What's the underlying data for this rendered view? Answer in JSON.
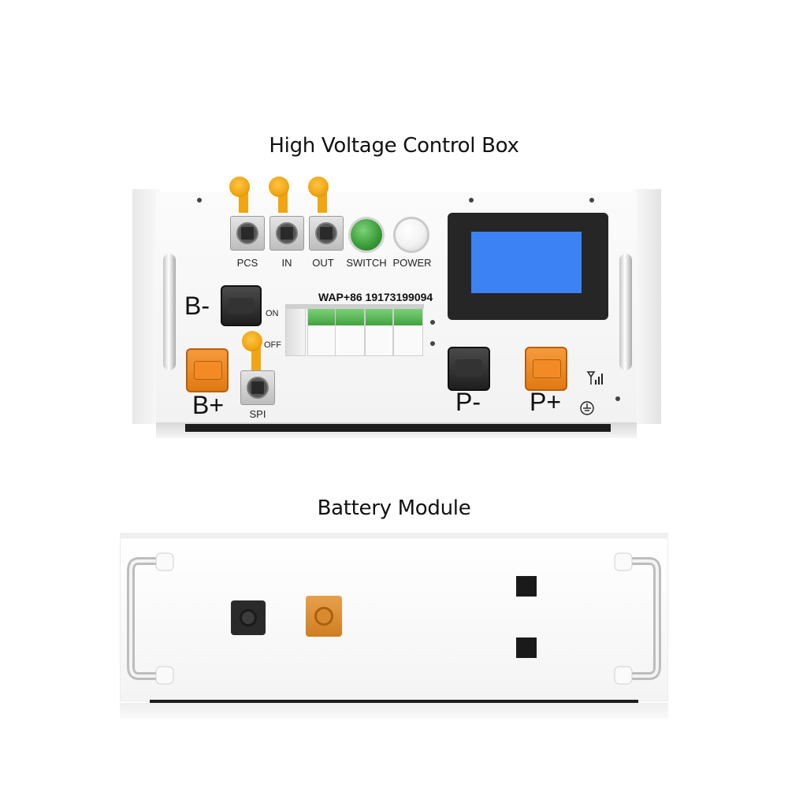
{
  "headings": {
    "top": "High Voltage Control Box",
    "bottom": "Battery Module"
  },
  "control_box": {
    "ports": [
      {
        "label": "PCS"
      },
      {
        "label": "IN"
      },
      {
        "label": "OUT"
      }
    ],
    "buttons": {
      "switch_label": "SWITCH",
      "power_label": "POWER",
      "switch_color": "#3c9f3a",
      "power_color": "#f2f2f2"
    },
    "contact_text": "WAP+86 19173199094",
    "breaker": {
      "on_label": "ON",
      "off_label": "OFF"
    },
    "terminals": {
      "b_minus": "B-",
      "b_plus": "B+",
      "p_minus": "P-",
      "p_plus": "P+",
      "spi": "SPI"
    },
    "display_color": "#3d82f4",
    "accent_orange": "#f08a24"
  },
  "icons": {
    "signal": "signal-icon",
    "ground": "ground-icon"
  }
}
